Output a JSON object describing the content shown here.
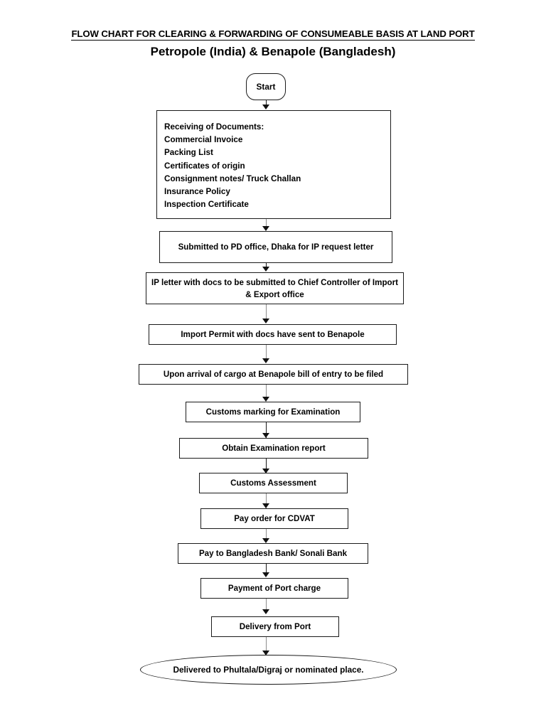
{
  "document": {
    "title_line1": "FLOW CHART FOR CLEARING & FORWARDING OF CONSUMEABLE BASIS AT LAND PORT",
    "title_line2": "Petropole (India) & Benapole (Bangladesh)"
  },
  "flowchart": {
    "type": "flowchart",
    "orientation": "top-to-bottom",
    "connector_color": "#8d8d8d",
    "arrowhead_color": "#111111",
    "node_border_color": "#1a1a1a",
    "node_fill_color": "#ffffff",
    "start": {
      "shape": "rounded-rectangle",
      "label": "Start"
    },
    "documents_box": {
      "shape": "rectangle",
      "heading": "Receiving of Documents:",
      "items": [
        "Commercial Invoice",
        "Packing List",
        "Certificates of origin",
        "Consignment notes/ Truck Challan",
        "Insurance Policy",
        "Inspection Certificate"
      ]
    },
    "steps": [
      {
        "id": "step-submitted-pd-office",
        "label": "Submitted to PD office, Dhaka for IP request letter"
      },
      {
        "id": "step-ip-letter-chief-controller",
        "label": "IP letter with docs to be submitted to Chief Controller of Import & Export office"
      },
      {
        "id": "step-import-permit-benapole",
        "label": "Import Permit with docs have sent to Benapole"
      },
      {
        "id": "step-bill-of-entry",
        "label": "Upon arrival of cargo at Benapole bill of entry to be filed"
      },
      {
        "id": "step-customs-marking",
        "label": "Customs marking for Examination"
      },
      {
        "id": "step-examination-report",
        "label": "Obtain Examination report"
      },
      {
        "id": "step-customs-assessment",
        "label": "Customs Assessment"
      },
      {
        "id": "step-pay-order-cdvat",
        "label": "Pay order for CDVAT"
      },
      {
        "id": "step-pay-bank",
        "label": "Pay to Bangladesh Bank/ Sonali Bank"
      },
      {
        "id": "step-port-charge",
        "label": "Payment of Port charge"
      },
      {
        "id": "step-delivery-from-port",
        "label": "Delivery from Port"
      }
    ],
    "end": {
      "shape": "ellipse",
      "label": "Delivered to Phultala/Digraj or nominated place."
    }
  }
}
